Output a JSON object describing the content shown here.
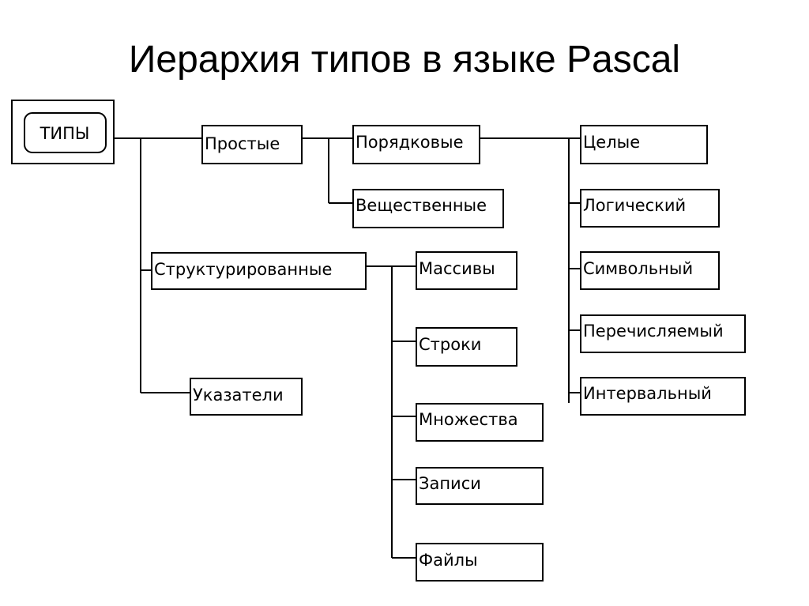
{
  "title": "Иерархия типов в языке Pascal",
  "diagram": {
    "root": "ТИПЫ",
    "simple": "Простые",
    "ordinal": "Порядковые",
    "real": "Вещественные",
    "structured": "Структурированные",
    "pointers": "Указатели",
    "integer": "Целые",
    "boolean": "Логический",
    "char": "Символьный",
    "enumerated": "Перечисляемый",
    "interval": "Интервальный",
    "arrays": "Массивы",
    "strings": "Строки",
    "sets": "Множества",
    "records": "Записи",
    "files": "Файлы"
  },
  "colors": {
    "line": "#000000",
    "background": "#ffffff"
  }
}
